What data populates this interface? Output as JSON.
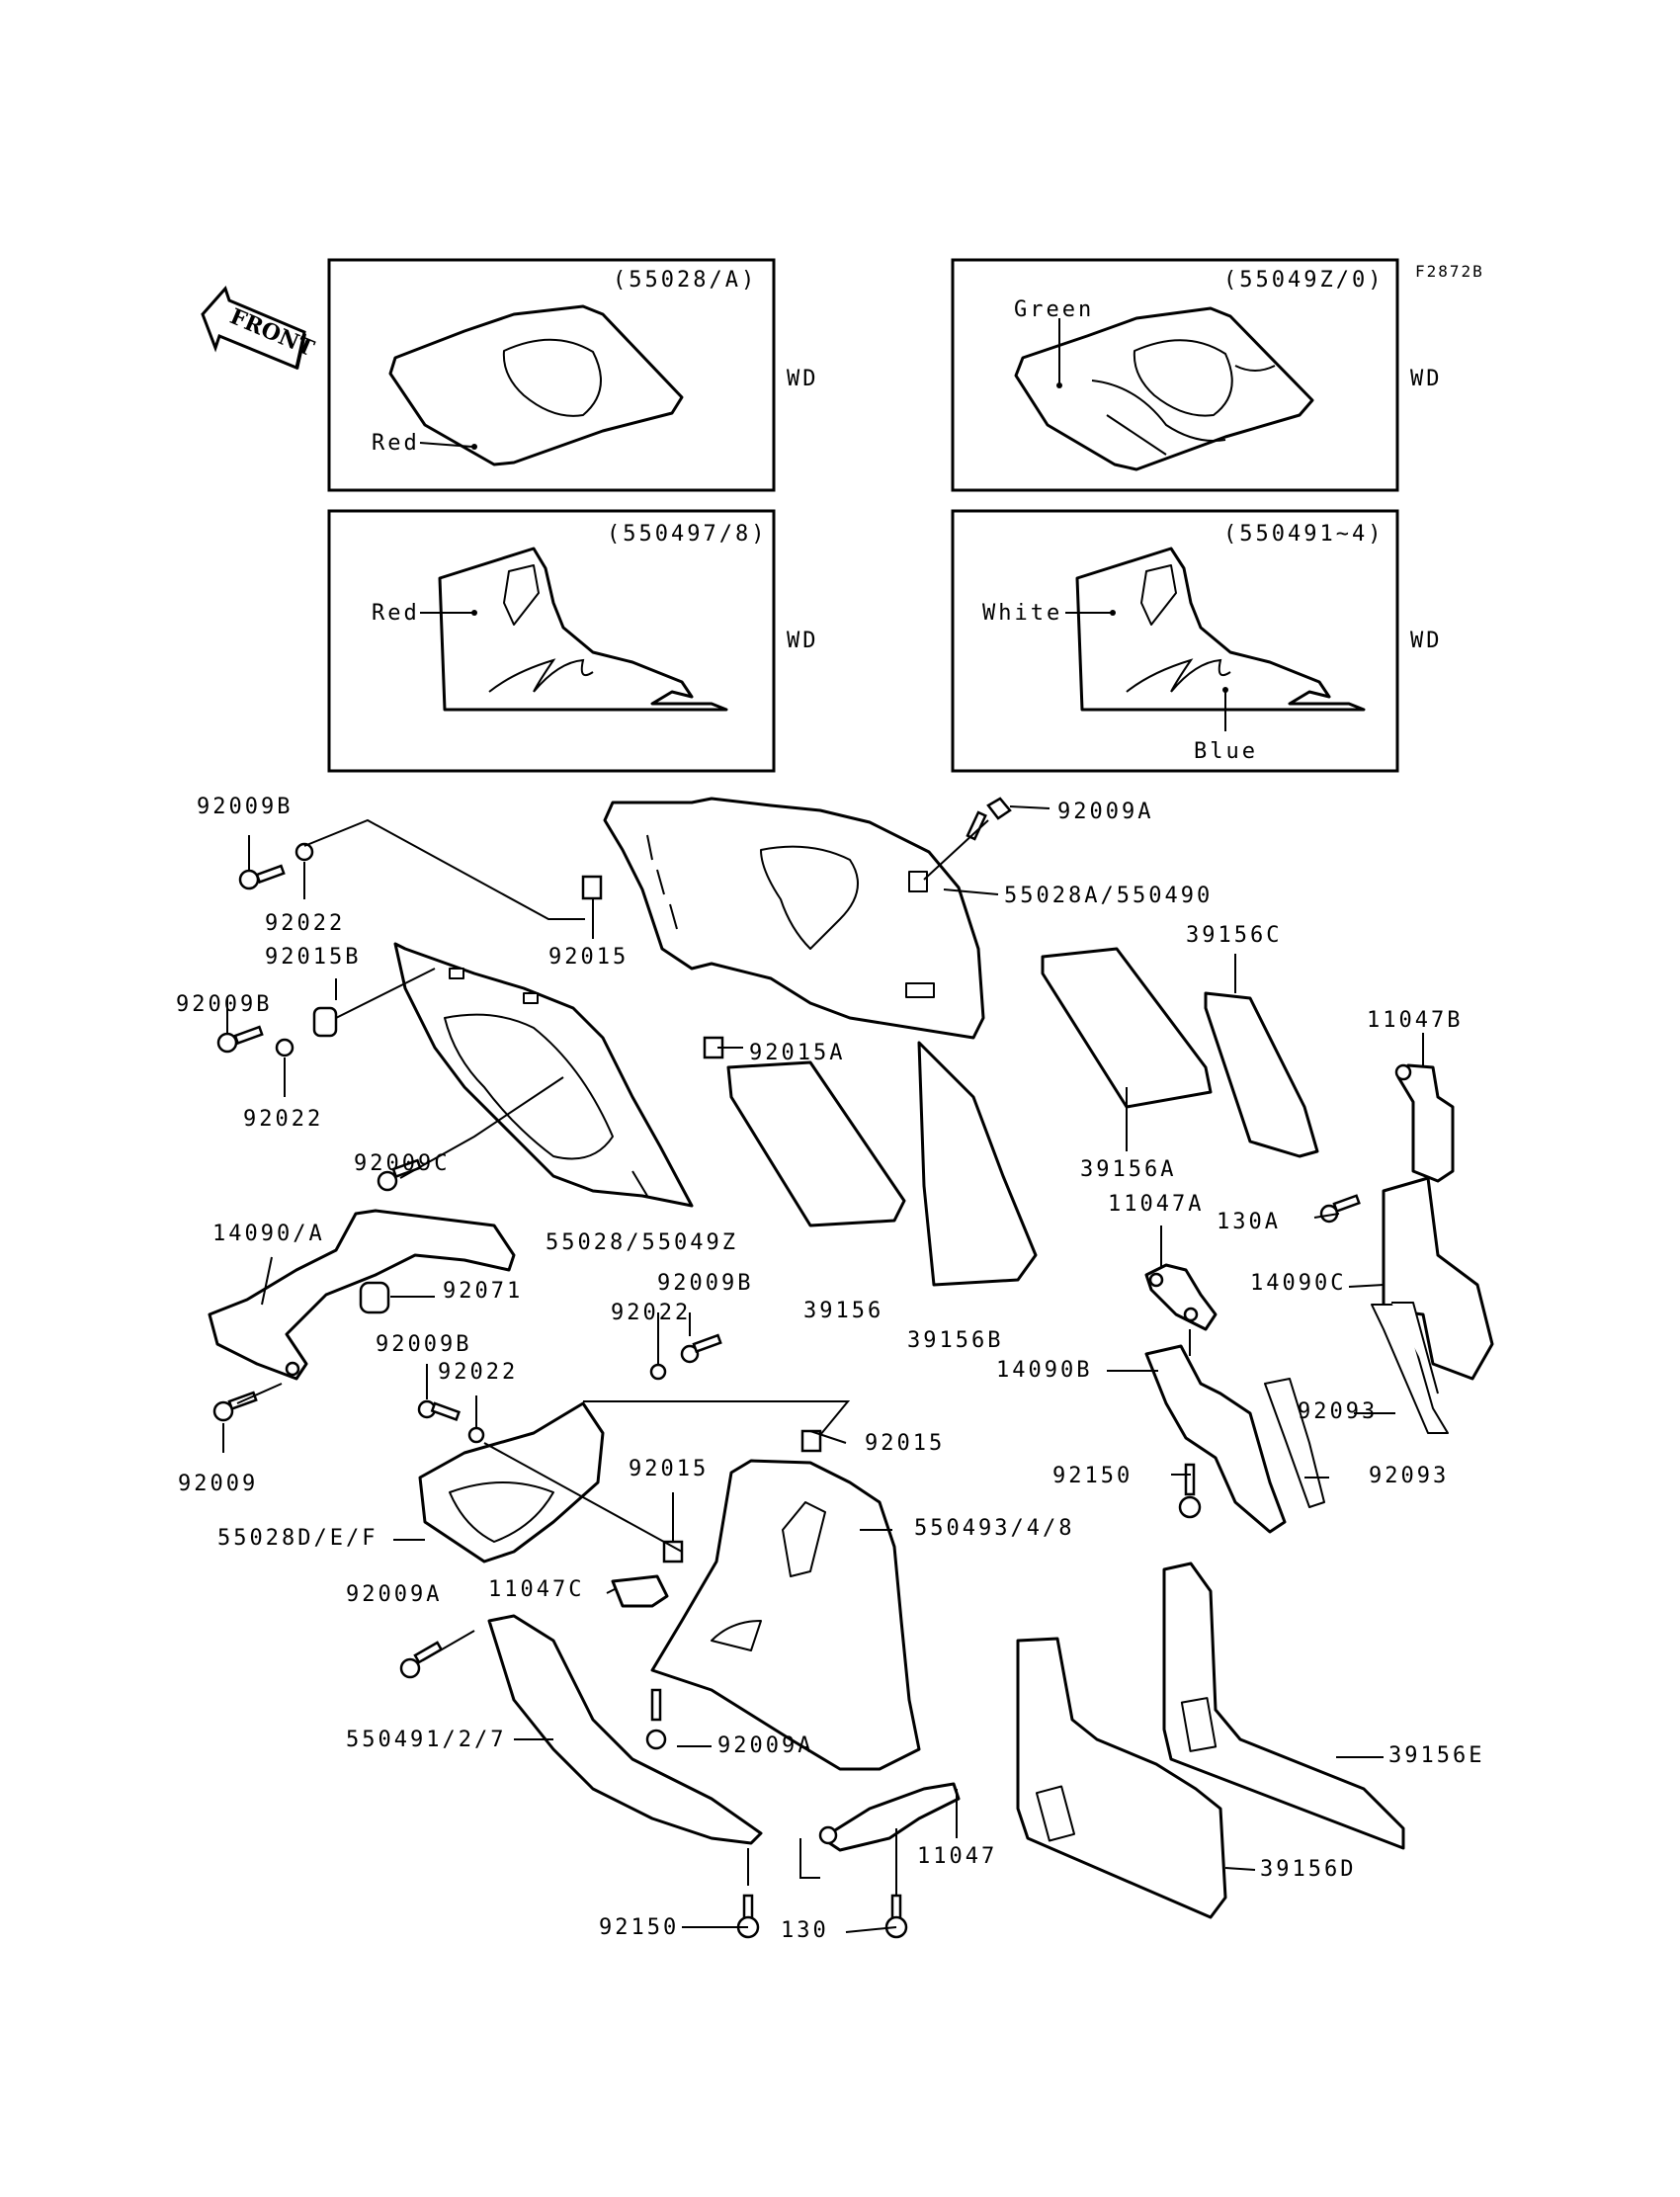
{
  "figure_code": "F2872B",
  "front_label": "FRONT",
  "insets": [
    {
      "code": "(55028/A)",
      "suffix": "WD",
      "color_labels": [
        "Red"
      ]
    },
    {
      "code": "(55049Z/0)",
      "suffix": "WD",
      "color_labels": [
        "Green"
      ]
    },
    {
      "code": "(550497/8)",
      "suffix": "WD",
      "color_labels": [
        "Red"
      ]
    },
    {
      "code": "(550491~4)",
      "suffix": "WD",
      "color_labels": [
        "White",
        "Blue"
      ]
    }
  ],
  "parts": {
    "p92009B_1": "92009B",
    "p92022_1": "92022",
    "p92015_1": "92015",
    "p92009A_1": "92009A",
    "p55028A_550490": "55028A/550490",
    "p92015B": "92015B",
    "p92009B_2": "92009B",
    "p92022_2": "92022",
    "p92009C": "92009C",
    "p92015A": "92015A",
    "p39156C": "39156C",
    "p11047B": "11047B",
    "p39156A": "39156A",
    "p55028_55049Z": "55028/55049Z",
    "p11047A": "11047A",
    "p130A": "130A",
    "p14090_A": "14090/A",
    "p92071": "92071",
    "p92009B_3": "92009B",
    "p92022_3": "92022",
    "p39156": "39156",
    "p39156B": "39156B",
    "p14090C": "14090C",
    "p92009B_4": "92009B",
    "p92022_4": "92022",
    "p14090B": "14090B",
    "p92093_1": "92093",
    "p92009": "92009",
    "p92015_2": "92015",
    "p92015_3": "92015",
    "p55028D_E_F": "55028D/E/F",
    "p550493_4_8": "550493/4/8",
    "p92150_1": "92150",
    "p92093_2": "92093",
    "p92009A_2": "92009A",
    "p11047C": "11047C",
    "p550491_2_7": "550491/2/7",
    "p92009A_3": "92009A",
    "p39156E": "39156E",
    "p11047": "11047",
    "p92150_2": "92150",
    "p130": "130",
    "p39156D": "39156D"
  }
}
